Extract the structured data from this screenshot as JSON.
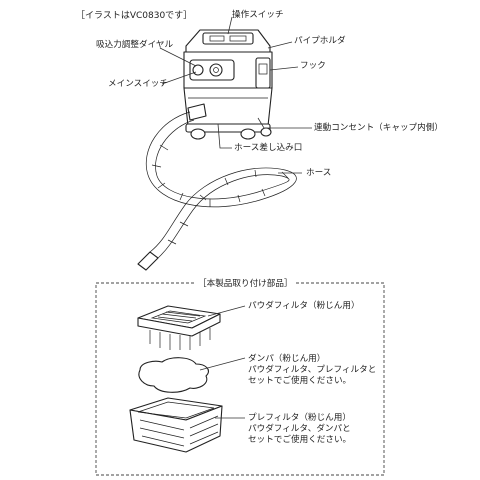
{
  "note": "［イラストはVC0830です］",
  "labels": {
    "operation_switch": "操作スイッチ",
    "pipe_holder": "パイプホルダ",
    "suction_dial": "吸込力調整ダイヤル",
    "hook": "フック",
    "main_switch": "メインスイッチ",
    "outlet": "連動コンセント（キャップ内側）",
    "hose_inlet": "ホース差し込み口",
    "hose": "ホース"
  },
  "accessories": {
    "title": "［本製品取り付け部品］",
    "powder_filter": "パウダフィルタ（粉じん用）",
    "damper": "ダンパ（粉じん用）\nパウダフィルタ、プレフィルタと\nセットでご使用ください。",
    "pre_filter": "プレフィルタ（粉じん用）\nパウダフィルタ、ダンパと\nセットでご使用ください。"
  }
}
